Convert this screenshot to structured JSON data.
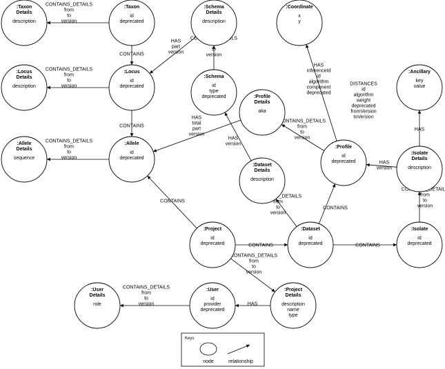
{
  "colors": {
    "stroke": "#000000",
    "background": "#ffffff"
  },
  "nodes": [
    {
      "id": "taxon_details",
      "title": [
        ":Taxon",
        "Details"
      ],
      "props": [
        "description"
      ]
    },
    {
      "id": "taxon",
      "title": [
        ":Taxon"
      ],
      "props": [
        "id",
        "deprecated"
      ]
    },
    {
      "id": "schema_details",
      "title": [
        ":Schema",
        "Details"
      ],
      "props": [
        "description"
      ]
    },
    {
      "id": "coordinate",
      "title": [
        ":Coordinate"
      ],
      "props": [
        "x",
        "y"
      ]
    },
    {
      "id": "locus_details",
      "title": [
        ":Locus",
        "Details"
      ],
      "props": [
        "description"
      ]
    },
    {
      "id": "locus",
      "title": [
        ":Locus"
      ],
      "props": [
        "id",
        "deprecated"
      ]
    },
    {
      "id": "schema",
      "title": [
        ":Schema"
      ],
      "props": [
        "id",
        "type",
        "deprecated"
      ]
    },
    {
      "id": "ancillary",
      "title": [
        ":Ancillary"
      ],
      "props": [
        "key",
        "value"
      ]
    },
    {
      "id": "profile_details",
      "title": [
        ":Profile",
        "Details"
      ],
      "props": [
        "aka"
      ]
    },
    {
      "id": "allele_details",
      "title": [
        ":Allele",
        "Details"
      ],
      "props": [
        "sequence"
      ]
    },
    {
      "id": "allele",
      "title": [
        ":Allele"
      ],
      "props": [
        "id",
        "deprecated"
      ]
    },
    {
      "id": "profile",
      "title": [
        ":Profile"
      ],
      "props": [
        "id",
        "deprecated"
      ]
    },
    {
      "id": "isolate_details",
      "title": [
        ":Isolate",
        "Details"
      ],
      "props": [
        "description"
      ]
    },
    {
      "id": "dataset_details",
      "title": [
        ":Dataset",
        "Details"
      ],
      "props": [
        "description"
      ]
    },
    {
      "id": "project",
      "title": [
        ":Project"
      ],
      "props": [
        "id",
        "deprecated"
      ]
    },
    {
      "id": "dataset",
      "title": [
        ":Dataset"
      ],
      "props": [
        "id",
        "deprecated"
      ]
    },
    {
      "id": "isolate",
      "title": [
        ":Isolate"
      ],
      "props": [
        "id",
        "deprecated"
      ]
    },
    {
      "id": "user_details",
      "title": [
        ":User",
        "Details"
      ],
      "props": [
        "role"
      ]
    },
    {
      "id": "user",
      "title": [
        ":User"
      ],
      "props": [
        "id",
        "provider",
        "deprecated"
      ]
    },
    {
      "id": "project_details",
      "title": [
        ":Project",
        "Details"
      ],
      "props": [
        "description",
        "name",
        "type"
      ]
    }
  ],
  "edges": [
    {
      "from": "taxon",
      "to": "taxon_details",
      "label": [
        "CONTAINS_DETAILS",
        "from",
        "to",
        "version"
      ]
    },
    {
      "from": "taxon",
      "to": "locus",
      "label": [
        "CONTAINS"
      ]
    },
    {
      "from": "locus",
      "to": "locus_details",
      "label": [
        "CONTAINS_DETAILS",
        "from",
        "to",
        "version"
      ]
    },
    {
      "from": "locus",
      "to": "allele",
      "label": [
        "CONTAINS"
      ]
    },
    {
      "from": "allele",
      "to": "allele_details",
      "label": [
        "CONTAINS_DETAILS",
        "from",
        "to",
        "version"
      ]
    },
    {
      "from": "schema",
      "to": "schema_details",
      "label": [
        "CONTAINS_DETAILS",
        "from",
        "to",
        "version"
      ]
    },
    {
      "from": "schema_details",
      "to": "locus",
      "label": [
        "HAS",
        "part",
        "version"
      ]
    },
    {
      "from": "profile_details",
      "to": "allele",
      "label": [
        "HAS",
        "total",
        "part",
        "version"
      ]
    },
    {
      "from": "dataset_details",
      "to": "schema",
      "label": [
        "HAS",
        "version"
      ]
    },
    {
      "from": "project",
      "to": "allele",
      "label": [
        "CONTAINS"
      ]
    },
    {
      "from": "project",
      "to": "dataset",
      "label": [
        "CONTAINS"
      ]
    },
    {
      "from": "dataset",
      "to": "dataset_details",
      "label": [
        "CONTAINS_DETAILS",
        "from",
        "to",
        "version"
      ]
    },
    {
      "from": "dataset",
      "to": "isolate",
      "label": [
        "CONTAINS"
      ]
    },
    {
      "from": "dataset",
      "to": "profile",
      "label": [
        "CONTAINS"
      ]
    },
    {
      "from": "profile",
      "to": "profile_details",
      "label": [
        "CONTAINS_DETAILS",
        "from",
        "to",
        "version"
      ]
    },
    {
      "from": "profile",
      "to": "coordinate",
      "label": [
        "HAS",
        "inferenceId",
        "id",
        "algorithm",
        "component",
        "deprecated"
      ]
    },
    {
      "from": "profile",
      "to": "profile",
      "label": [
        "DISTANCES",
        "id",
        "algorithm",
        "weight",
        "deprecated",
        "fromVersion",
        "toVersion"
      ]
    },
    {
      "from": "isolate_details",
      "to": "profile",
      "label": [
        "HAS",
        "version"
      ]
    },
    {
      "from": "isolate_details",
      "to": "ancillary",
      "label": [
        "HAS"
      ]
    },
    {
      "from": "isolate",
      "to": "isolate_details",
      "label": [
        "CONTAINS_DETAILS",
        "from",
        "to",
        "version"
      ]
    },
    {
      "from": "project",
      "to": "project_details",
      "label": [
        "CONTAINS_DETAILS",
        "from",
        "to",
        "version"
      ]
    },
    {
      "from": "project_details",
      "to": "user",
      "label": [
        "HAS"
      ]
    },
    {
      "from": "user",
      "to": "user_details",
      "label": [
        "CONTAINS_DETAILS",
        "from",
        "to",
        "version"
      ]
    }
  ],
  "keys": {
    "title": "Keys",
    "node_label": "node",
    "relationship_label": "relationship"
  }
}
